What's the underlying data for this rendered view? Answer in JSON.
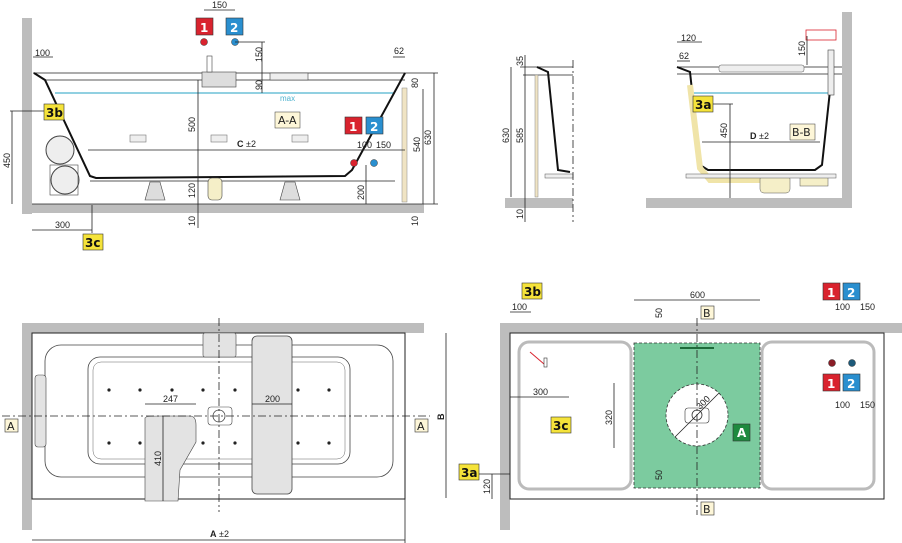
{
  "colors": {
    "hot": "#d9232e",
    "cold": "#2a8fcf",
    "marker": "#f5e33a",
    "area": "#7ccb9f",
    "area_label": "#1e8a3f",
    "water": "#4fb3cf"
  },
  "badges": {
    "hot": "1",
    "cold": "2",
    "m3a": "3a",
    "m3b": "3b",
    "m3c": "3c",
    "area": "A"
  },
  "section_aa": {
    "label": "A-A",
    "max": "max",
    "dims": {
      "top_150": "150",
      "left_100": "100",
      "right_62": "62",
      "vert_150": "150",
      "vert_90": "90",
      "vert_80": "80",
      "vert_500": "500",
      "vert_450": "450",
      "vert_540": "540",
      "vert_630": "630",
      "vert_120": "120",
      "vert_200": "200",
      "vert_10a": "10",
      "vert_10b": "10",
      "bottom_300": "300",
      "h_100": "100",
      "h_150": "150",
      "c_label": "C",
      "c_tol": "±2"
    }
  },
  "side_view": {
    "dims": {
      "d35": "35",
      "d630": "630",
      "d585": "585",
      "d10": "10"
    }
  },
  "section_bb": {
    "label": "B-B",
    "dims": {
      "d120": "120",
      "d62": "62",
      "d150": "150",
      "d450": "450",
      "d_label": "D",
      "d_tol": "±2"
    }
  },
  "plan_top": {
    "section_mark": "A",
    "dims": {
      "d247": "247",
      "d200": "200",
      "d410": "410",
      "b_label": "B",
      "a_label": "A",
      "a_tol": "±2"
    }
  },
  "plan_install": {
    "section_mark": "B",
    "dims": {
      "d100a": "100",
      "d600": "600",
      "d50a": "50",
      "d50b": "50",
      "d100b": "100",
      "d150a": "150",
      "d100c": "100",
      "d150b": "150",
      "d300": "300",
      "d320": "320",
      "d300dia": "300",
      "d120": "120"
    }
  }
}
